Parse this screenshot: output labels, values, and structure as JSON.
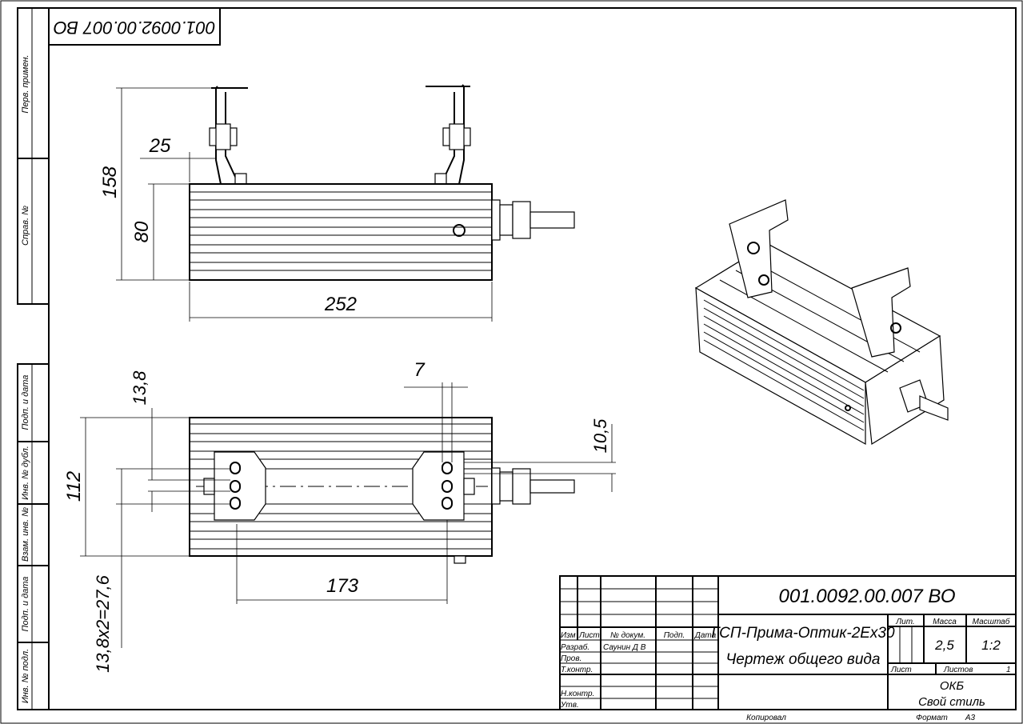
{
  "stamp_code": "001.0092.00.007 ВО",
  "side_strip": [
    "Перв. примен.",
    "Справ. №",
    "Подп. и дата",
    "Инв. № дубл.",
    "Взам. инв. №",
    "Подп. и дата",
    "Инв. № подл."
  ],
  "dimensions": {
    "front": {
      "height_total": "158",
      "bracket_offset": "25",
      "body_height": "80",
      "length": "252"
    },
    "top": {
      "width": "112",
      "rib_offset": "13,8",
      "slot": "7",
      "slot_offset": "10,5",
      "bracket_spacing": "173",
      "rib_formula": "13,8x2=27,6"
    }
  },
  "title_block": {
    "doc_number": "001.0092.00.007 ВО",
    "name_line1": "ГСП-Прима-Оптик-2Ex30",
    "name_line2": "Чертеж общего вида",
    "headers": {
      "izm": "Изм",
      "list": "Лист",
      "doc": "№ докум.",
      "sign": "Подп.",
      "date": "Дата"
    },
    "roles": {
      "razrab": "Разраб.",
      "prov": "Пров.",
      "tkontr": "Т.контр.",
      "nkontr": "Н.контр.",
      "utv": "Утв."
    },
    "developer": "Саунин Д В",
    "lit_label": "Лит.",
    "mass_label": "Масса",
    "scale_label": "Масштаб",
    "mass": "2,5",
    "scale": "1:2",
    "sheet_label": "Лист",
    "sheets_label": "Листов",
    "sheets": "1",
    "org_line1": "ОКБ",
    "org_line2": "Свой стиль",
    "copied": "Копировал",
    "format_label": "Формат",
    "format": "А3"
  }
}
